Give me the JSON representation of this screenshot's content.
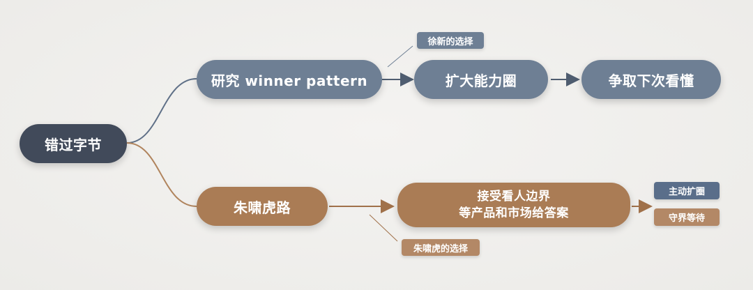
{
  "nodes": {
    "root": "错过字节",
    "upper_branch": "研究 winner pattern",
    "upper_step_2": "扩大能力圈",
    "upper_step_3": "争取下次看懂",
    "lower_branch": "朱啸虎路",
    "lower_step_2_line1": "接受看人边界",
    "lower_step_2_line2": "等产品和市场给答案",
    "lower_outcome_1": "主动扩圈",
    "lower_outcome_2": "守界等待"
  },
  "annotations": {
    "upper_note": "徐新的选择",
    "lower_note": "朱啸虎的选择"
  },
  "colors": {
    "root": "#414a5a",
    "upper": "#6e7f94",
    "lower": "#aa7c55",
    "background": "#efeeec"
  }
}
